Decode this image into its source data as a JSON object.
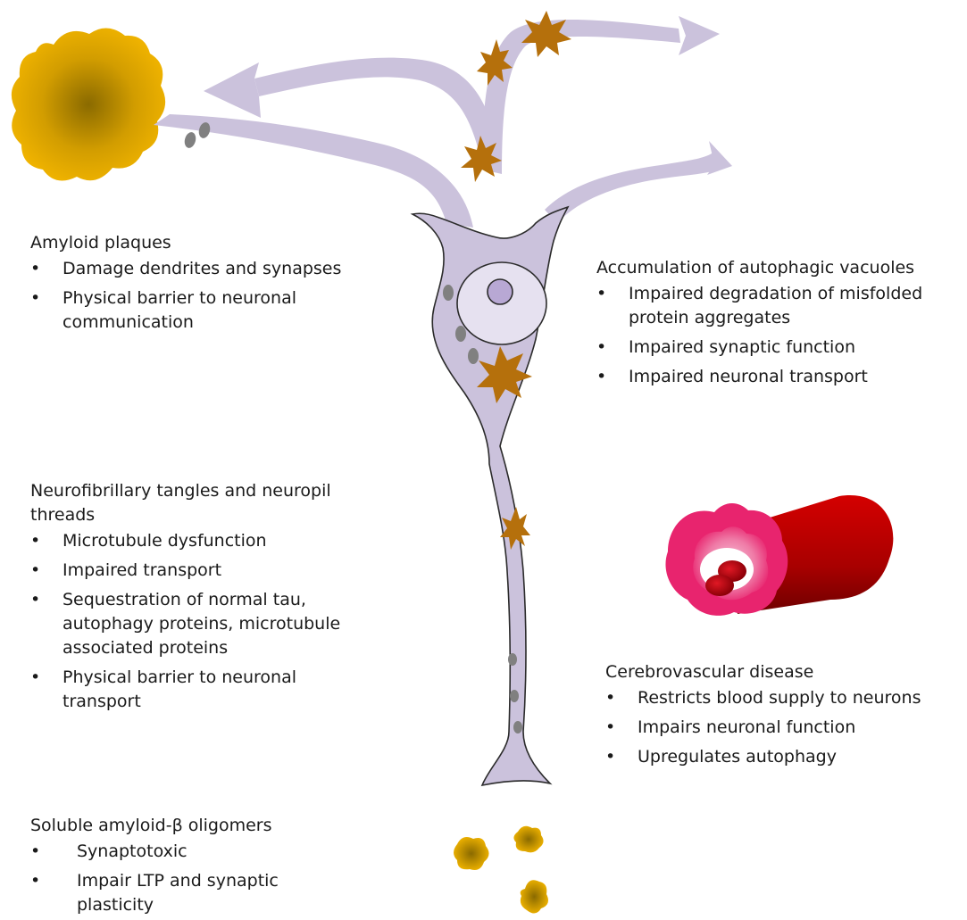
{
  "colors": {
    "neuron_fill": "#cbc2dc",
    "neuron_stroke": "#2b2b2b",
    "nucleus_fill": "#e6e1f0",
    "nucleolus_fill": "#b8a8d4",
    "tangle": "#b5700c",
    "plaque_outer": "#f1b400",
    "plaque_center": "#8a6a00",
    "vesicle": "#808080",
    "vessel_dark": "#a80000",
    "vessel_pink": "#e8246e",
    "vessel_light": "#f2a6c2",
    "blood_cell": "#c0101a"
  },
  "amyloid_plaques": {
    "title": "Amyloid plaques",
    "bullets": [
      "Damage dendrites and synapses",
      "Physical barrier to neuronal communication"
    ]
  },
  "autophagic_vacuoles": {
    "title": "Accumulation of autophagic vacuoles",
    "bullets": [
      "Impaired degradation of misfolded protein aggregates",
      "Impaired synaptic function",
      "Impaired neuronal transport"
    ]
  },
  "tangles": {
    "title": "Neurofibrillary tangles and neuropil threads",
    "bullets": [
      "Microtubule dysfunction",
      "Impaired transport",
      "Sequestration of normal tau, autophagy proteins, microtubule associated proteins",
      "Physical barrier to neuronal transport"
    ]
  },
  "cerebrovascular": {
    "title": "Cerebrovascular disease",
    "bullets": [
      "Restricts blood supply to neurons",
      "Impairs neuronal function",
      "Upregulates autophagy"
    ]
  },
  "oligomers": {
    "title": "Soluble amyloid-β oligomers",
    "bullets": [
      "Synaptotoxic",
      "Impair LTP and synaptic plasticity"
    ]
  }
}
